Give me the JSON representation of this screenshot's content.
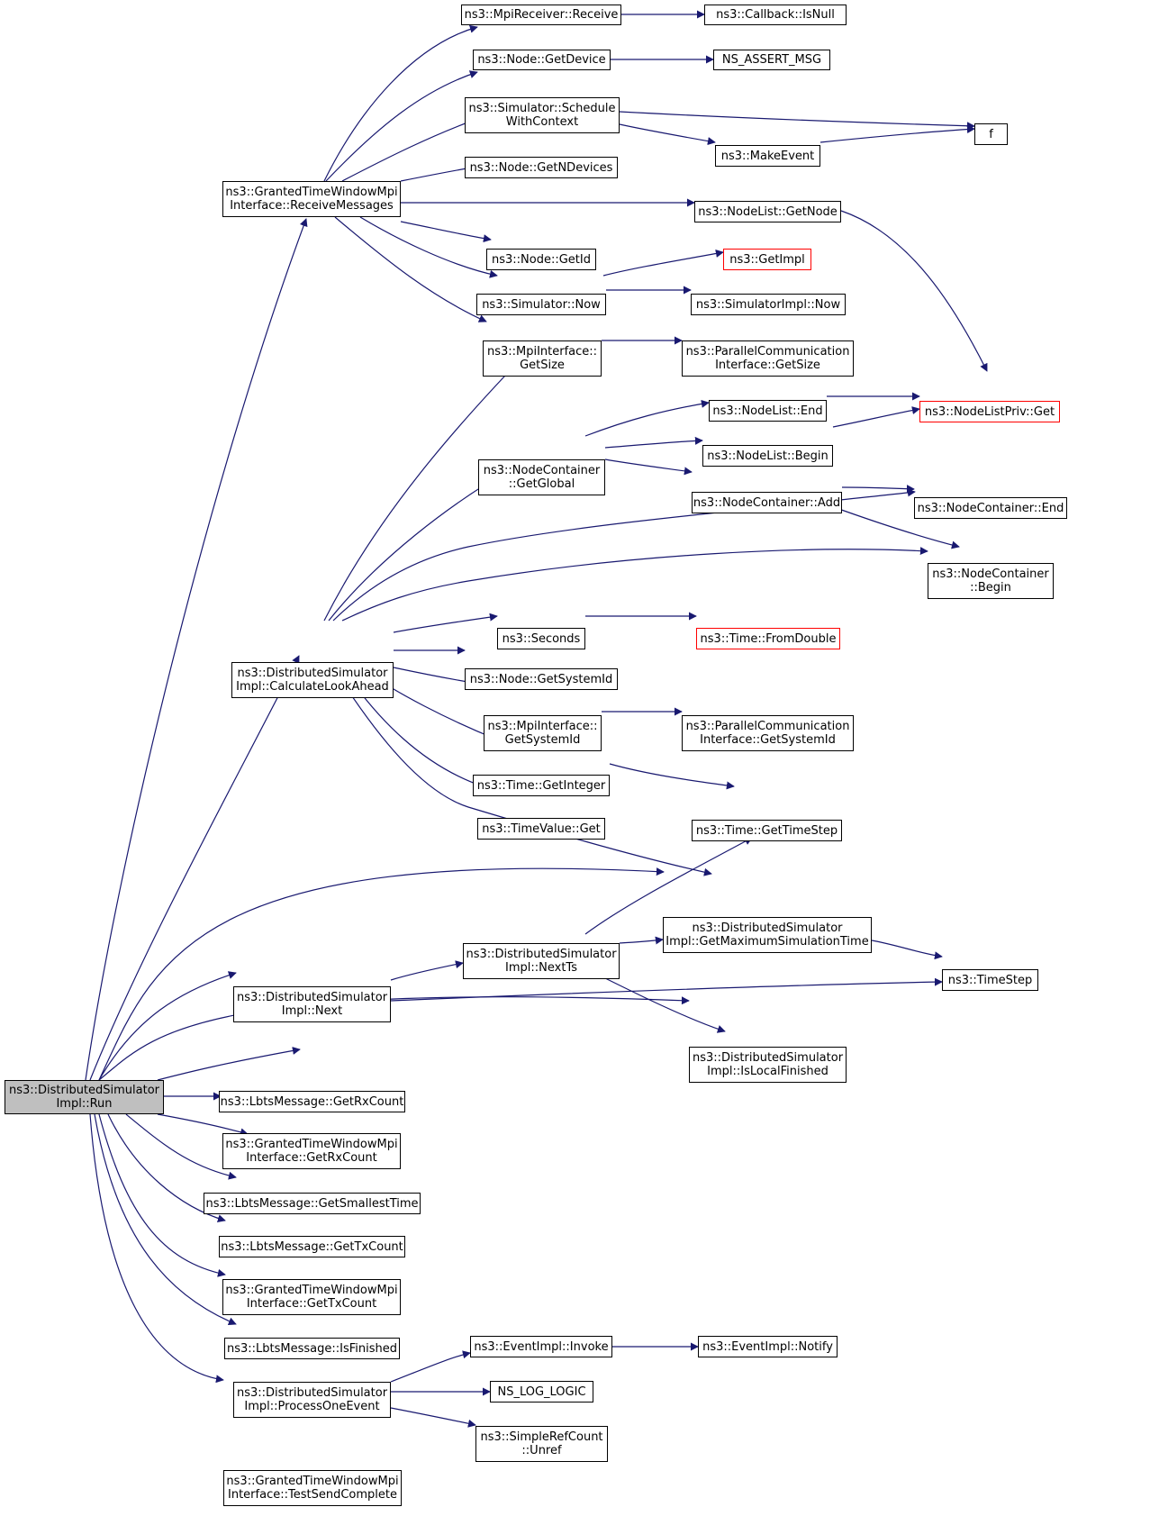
{
  "nodes": {
    "run": {
      "label": "ns3::DistributedSimulator\nImpl::Run"
    },
    "receive_messages": {
      "label": "ns3::GrantedTimeWindowMpi\nInterface::ReceiveMessages"
    },
    "mpi_receive": {
      "label": "ns3::MpiReceiver::Receive"
    },
    "callback_isnull": {
      "label": "ns3::Callback::IsNull"
    },
    "node_getdevice": {
      "label": "ns3::Node::GetDevice"
    },
    "ns_assert_msg": {
      "label": "NS_ASSERT_MSG"
    },
    "schedule_ctx": {
      "label": "ns3::Simulator::Schedule\nWithContext"
    },
    "f": {
      "label": "f"
    },
    "make_event": {
      "label": "ns3::MakeEvent"
    },
    "node_getndevices": {
      "label": "ns3::Node::GetNDevices"
    },
    "nodelist_getnode": {
      "label": "ns3::NodeList::GetNode"
    },
    "node_getid": {
      "label": "ns3::Node::GetId"
    },
    "getimpl": {
      "label": "ns3::GetImpl"
    },
    "sim_now": {
      "label": "ns3::Simulator::Now"
    },
    "simimpl_now": {
      "label": "ns3::SimulatorImpl::Now"
    },
    "mpi_getsize": {
      "label": "ns3::MpiInterface::\nGetSize"
    },
    "pci_getsize": {
      "label": "ns3::ParallelCommunication\nInterface::GetSize"
    },
    "nodelist_end": {
      "label": "ns3::NodeList::End"
    },
    "nodelistpriv_get": {
      "label": "ns3::NodeListPriv::Get"
    },
    "nc_getglobal": {
      "label": "ns3::NodeContainer\n::GetGlobal"
    },
    "nodelist_begin": {
      "label": "ns3::NodeList::Begin"
    },
    "nc_add": {
      "label": "ns3::NodeContainer::Add"
    },
    "nc_end": {
      "label": "ns3::NodeContainer::End"
    },
    "nc_begin": {
      "label": "ns3::NodeContainer\n::Begin"
    },
    "seconds": {
      "label": "ns3::Seconds"
    },
    "time_fromdouble": {
      "label": "ns3::Time::FromDouble"
    },
    "calc_lookahead": {
      "label": "ns3::DistributedSimulator\nImpl::CalculateLookAhead"
    },
    "node_getsystemid": {
      "label": "ns3::Node::GetSystemId"
    },
    "mpi_getsystemid": {
      "label": "ns3::MpiInterface::\nGetSystemId"
    },
    "pci_getsystemid": {
      "label": "ns3::ParallelCommunication\nInterface::GetSystemId"
    },
    "time_getinteger": {
      "label": "ns3::Time::GetInteger"
    },
    "timevalue_get": {
      "label": "ns3::TimeValue::Get"
    },
    "time_gettimestep": {
      "label": "ns3::Time::GetTimeStep"
    },
    "get_max_sim_time": {
      "label": "ns3::DistributedSimulator\nImpl::GetMaximumSimulationTime"
    },
    "next_ts": {
      "label": "ns3::DistributedSimulator\nImpl::NextTs"
    },
    "timestep": {
      "label": "ns3::TimeStep"
    },
    "next": {
      "label": "ns3::DistributedSimulator\nImpl::Next"
    },
    "is_local_finished": {
      "label": "ns3::DistributedSimulator\nImpl::IsLocalFinished"
    },
    "lbts_getrxcount": {
      "label": "ns3::LbtsMessage::GetRxCount"
    },
    "gtw_getrxcount": {
      "label": "ns3::GrantedTimeWindowMpi\nInterface::GetRxCount"
    },
    "lbts_getsmallesttime": {
      "label": "ns3::LbtsMessage::GetSmallestTime"
    },
    "lbts_gettxcount": {
      "label": "ns3::LbtsMessage::GetTxCount"
    },
    "gtw_gettxcount": {
      "label": "ns3::GrantedTimeWindowMpi\nInterface::GetTxCount"
    },
    "lbts_isfinished": {
      "label": "ns3::LbtsMessage::IsFinished"
    },
    "process_one_event": {
      "label": "ns3::DistributedSimulator\nImpl::ProcessOneEvent"
    },
    "eventimpl_invoke": {
      "label": "ns3::EventImpl::Invoke"
    },
    "eventimpl_notify": {
      "label": "ns3::EventImpl::Notify"
    },
    "ns_log_logic": {
      "label": "NS_LOG_LOGIC"
    },
    "simplerefcount_unref": {
      "label": "ns3::SimpleRefCount\n::Unref"
    },
    "gtw_testsendcomplete": {
      "label": "ns3::GrantedTimeWindowMpi\nInterface::TestSendComplete"
    }
  },
  "colors": {
    "edge": "#191970",
    "truncated_border": "#ff0000",
    "root_fill": "#bfbfbf"
  }
}
